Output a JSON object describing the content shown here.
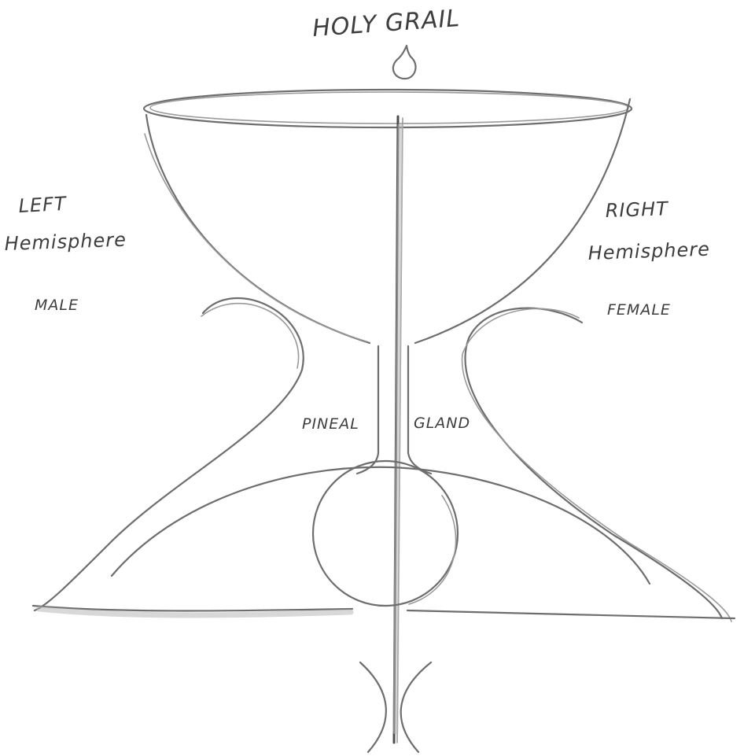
{
  "title": "HOLY GRAIL",
  "labels": {
    "left_line1": "LEFT",
    "left_line2": "Hemisphere",
    "left_gender": "MALE",
    "right_line1": "RIGHT",
    "right_line2": "Hemisphere",
    "right_gender": "FEMALE",
    "center_left": "PINEAL",
    "center_right": "GLAND"
  }
}
